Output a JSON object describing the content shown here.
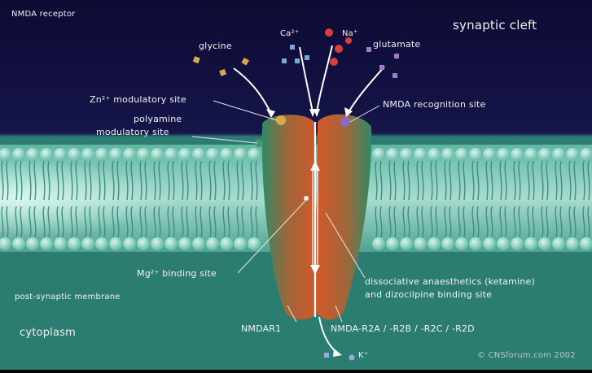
{
  "labels": {
    "title": "NMDA receptor",
    "synaptic_cleft": "synaptic cleft",
    "glycine": "glycine",
    "ca": "Ca²⁺",
    "na": "Na⁺",
    "glutamate": "glutamate",
    "zn_site": "Zn²⁺ modulatory site",
    "polyamine_site_line1": "polyamine",
    "polyamine_site_line2": "modulatory site",
    "nmda_recognition_site": "NMDA recognition site",
    "mg_site": "Mg²⁺ binding site",
    "dissociative_line1": "dissociative anaesthetics (ketamine)",
    "dissociative_line2": "and dizocilpine binding site",
    "post_synaptic_membrane": "post-synaptic membrane",
    "cytoplasm": "cytoplasm",
    "nmdar1": "NMDAR1",
    "nmdar2": "NMDA-R2A / -R2B / -R2C / -R2D",
    "k": "K⁺",
    "copyright": "© CNSforum.com 2002"
  },
  "colors": {
    "cleft_background": "#100c3a",
    "cytoplasm_background": "#2f8477",
    "membrane_heads": "#8ed2c0",
    "receptor_orange": "#c8582c",
    "receptor_green": "#3b8a66",
    "glycine_molecule": "#d7a94a",
    "glutamate_molecule": "#a07cc8",
    "calcium_ion": "#7fa6d8",
    "sodium_ion": "#d84040",
    "potassium_ion": "#a0a8d8"
  }
}
